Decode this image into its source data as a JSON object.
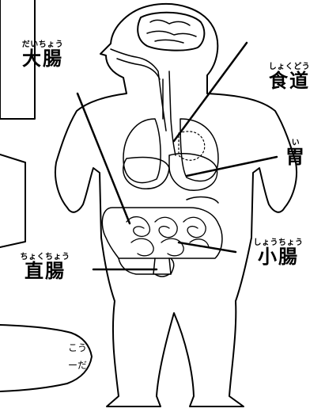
{
  "labels": {
    "large_intestine": {
      "ruby": "だいちょう",
      "kanji": "大腸"
    },
    "esophagus": {
      "ruby": "しょくどう",
      "kanji": "食道"
    },
    "stomach": {
      "ruby": "い",
      "kanji": "胃"
    },
    "rectum": {
      "ruby": "ちょくちょう",
      "kanji": "直腸"
    },
    "small_intestine": {
      "ruby": "しょうちょう",
      "kanji": "小腸"
    }
  },
  "speech_bubble": {
    "line1": "こう",
    "line2": "ーだ"
  },
  "colors": {
    "line": "#000000",
    "background": "#ffffff",
    "fill": "#ffffff"
  }
}
